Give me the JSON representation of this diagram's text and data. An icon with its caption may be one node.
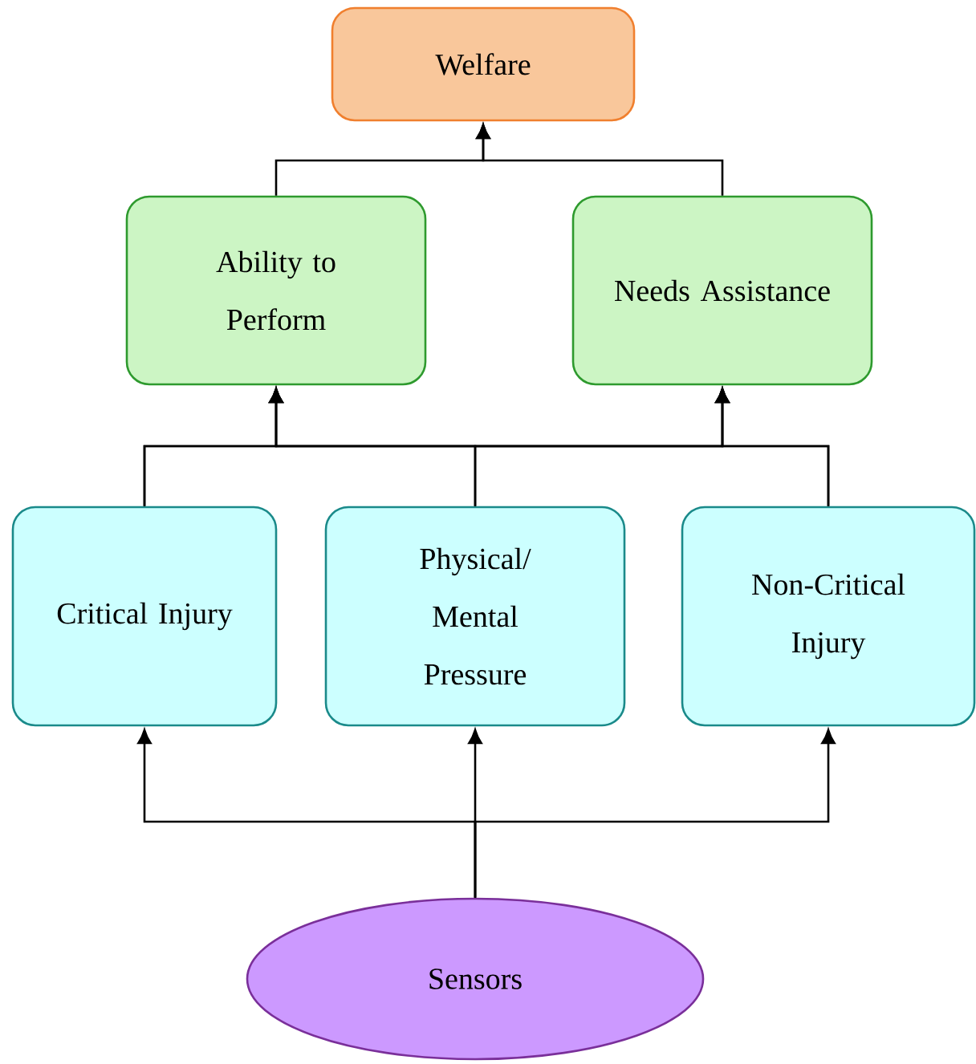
{
  "diagram": {
    "nodes": [
      {
        "text": [
          "Welfare"
        ]
      },
      {
        "text": [
          "Ability to Perform"
        ]
      },
      {
        "text": [
          "Needs Assistance"
        ]
      },
      {
        "text": [
          "Critical Injury"
        ]
      },
      {
        "text": [
          "Physical/ Mental Pressure"
        ]
      },
      {
        "text": [
          "Non-Critical Injury"
        ]
      },
      {
        "text": [
          "Sensors"
        ]
      }
    ],
    "edges": [
      {
        "from": 1,
        "to": 0,
        "arrow": "to"
      },
      {
        "from": 2,
        "to": 0,
        "arrow": "to"
      },
      {
        "from": 3,
        "to": 1,
        "arrow": "to"
      },
      {
        "from": 4,
        "to": 1,
        "arrow": "to"
      },
      {
        "from": 5,
        "to": 1,
        "arrow": "to"
      },
      {
        "from": 3,
        "to": 2,
        "arrow": "to"
      },
      {
        "from": 4,
        "to": 2,
        "arrow": "to"
      },
      {
        "from": 5,
        "to": 2,
        "arrow": "to"
      },
      {
        "from": 6,
        "to": 3,
        "arrow": "to"
      },
      {
        "from": 6,
        "to": 4,
        "arrow": "to"
      },
      {
        "from": 6,
        "to": 5,
        "arrow": "to"
      }
    ]
  }
}
